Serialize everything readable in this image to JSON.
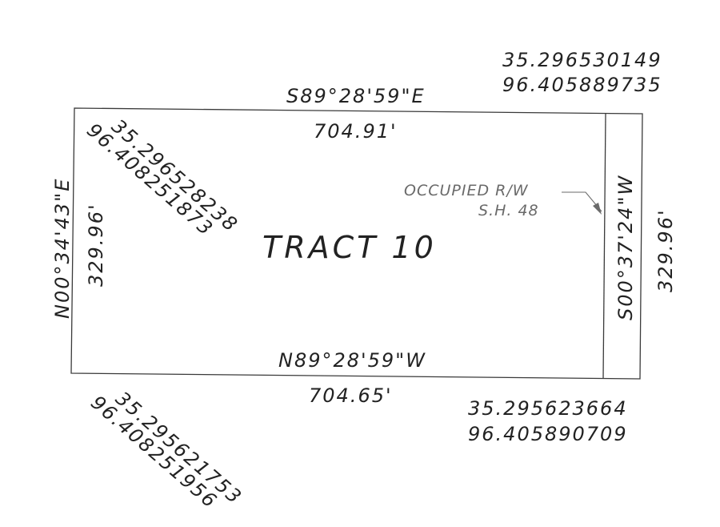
{
  "tract": {
    "name": "TRACT 10"
  },
  "boundaries": {
    "north": {
      "bearing": "S89°28'59\"E",
      "distance": "704.91'"
    },
    "south": {
      "bearing": "N89°28'59\"W",
      "distance": "704.65'"
    },
    "west": {
      "bearing": "N00°34'43\"E",
      "distance": "329.96'"
    },
    "east": {
      "bearing": "S00°37'24\"W",
      "distance": "329.96'"
    }
  },
  "corners": {
    "northeast": {
      "lat": "35.296530149",
      "lon": "96.405889735"
    },
    "northwest": {
      "lat": "35.296528238",
      "lon": "96.408251873"
    },
    "southeast": {
      "lat": "35.295623664",
      "lon": "96.405890709"
    },
    "southwest": {
      "lat": "35.295621753",
      "lon": "96.408251956"
    }
  },
  "right_of_way": {
    "line1": "OCCUPIED R/W",
    "line2": "S.H. 48"
  }
}
